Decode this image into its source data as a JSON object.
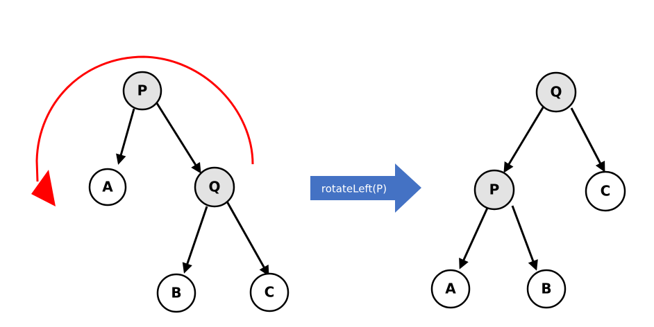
{
  "colors": {
    "internal_node_fill": "#e3e3e3",
    "leaf_node_fill": "#ffffff",
    "node_stroke": "#000000",
    "edge": "#000000",
    "rotation_arrow": "#ff0000",
    "operation_arrow": "#4472c4",
    "operation_arrow_text": "#ffffff"
  },
  "operation": {
    "label": "rotateLeft(P)"
  },
  "before_tree": {
    "nodes": {
      "p": "P",
      "q": "Q",
      "a": "A",
      "b": "B",
      "c": "C"
    }
  },
  "after_tree": {
    "nodes": {
      "q": "Q",
      "p": "P",
      "c": "C",
      "a": "A",
      "b": "B"
    }
  }
}
